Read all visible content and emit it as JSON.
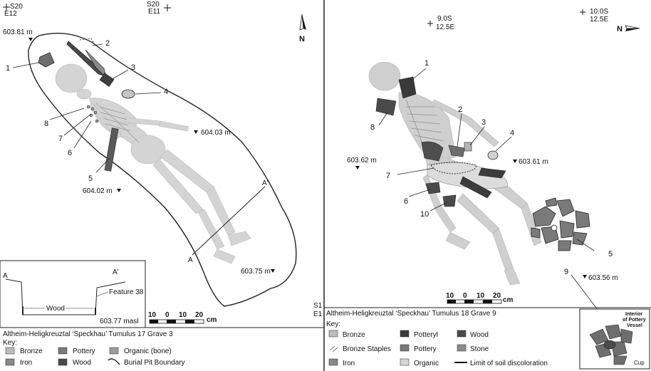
{
  "colors": {
    "bronze": "#bdbdbd",
    "iron": "#8a8a8a",
    "pottery": "#7a7a7a",
    "wood": "#4a4a4a",
    "organic_bone": "#9a9a9a",
    "potteryl": "#3a3a3a",
    "stone": "#8c8c8c",
    "organic": "#d6d6d6",
    "bone": "#c8c8c8"
  },
  "left": {
    "coord_tl": {
      "line1": "S20",
      "line2": "E12"
    },
    "coord_tr": {
      "line1": "S20",
      "line2": "E11"
    },
    "north": "N",
    "elev_603_81": "603.81 m",
    "elev_604_03": "604.03 m",
    "elev_604_02": "604.02 m",
    "elev_603_75": "603.75 m",
    "section_a": "A",
    "section_a_prime": "A'",
    "items": [
      "1",
      "2",
      "3",
      "4",
      "5",
      "6",
      "7",
      "8"
    ],
    "inset": {
      "a": "A",
      "a_prime": "A'",
      "feature": "Feature 38",
      "wood": "Wood",
      "masl": "603.77 masl"
    },
    "scale": {
      "t0": "10",
      "t1": "0",
      "t2": "10",
      "t3": "20",
      "unit": "cm"
    },
    "caption": "Altheim-Heligkreuztal ‘Speckhau’ Tumulus 17 Grave 3",
    "key_title": "Key:",
    "key": {
      "bronze": "Bronze",
      "pottery": "Pottery",
      "organic_bone": "Organic (bone)",
      "iron": "Iron",
      "wood": "Wood",
      "burial_pit": "Burial Pit Boundary"
    }
  },
  "right": {
    "coord_a": {
      "line1": "9.0S",
      "line2": "12.5E"
    },
    "coord_b": {
      "line1": "10.0S",
      "line2": "12.5E"
    },
    "north": "N",
    "edge_coord": {
      "line1": "S1",
      "line2": "E1"
    },
    "elev_603_62": "603.62 m",
    "elev_603_61": "603.61 m",
    "elev_603_56": "603.56 m",
    "items": [
      "1",
      "2",
      "3",
      "4",
      "5",
      "6",
      "7",
      "8",
      "9",
      "10"
    ],
    "scale": {
      "t0": "10",
      "t1": "0",
      "t2": "10",
      "t3": "20",
      "unit": "cm"
    },
    "caption": "Altheim-Heligkreuztal ‘Speckhau’ Tumulus 18 Grave 9",
    "key_title": "Key:",
    "key": {
      "bronze": "Bronze",
      "potteryl": "Potteryl",
      "wood": "Wood",
      "bronze_staples": "Bronze Staples",
      "pottery": "Pottery",
      "stone": "Stone",
      "iron": "Iron",
      "organic": "Organic",
      "limit": "Limit of soil discoloration"
    },
    "inset": {
      "line1": "Interior",
      "line2": "of Pottery",
      "line3": "Vessel",
      "cup": "Cup"
    }
  }
}
